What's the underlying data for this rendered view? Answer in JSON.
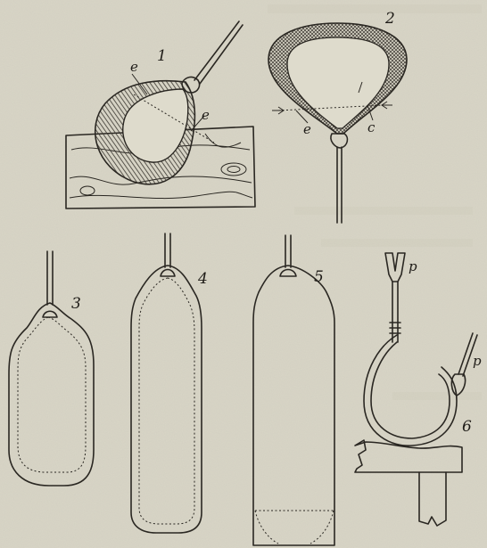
{
  "figures": [
    {
      "number": "1",
      "labels": [
        "e",
        "e"
      ]
    },
    {
      "number": "2",
      "labels": [
        "e",
        "c"
      ]
    },
    {
      "number": "3"
    },
    {
      "number": "4"
    },
    {
      "number": "5"
    },
    {
      "number": "6",
      "labels": [
        "p",
        "p"
      ]
    }
  ],
  "colors": {
    "paper": "#d9d6c7",
    "ink": "#2a2722",
    "hatch": "#3a3630"
  }
}
